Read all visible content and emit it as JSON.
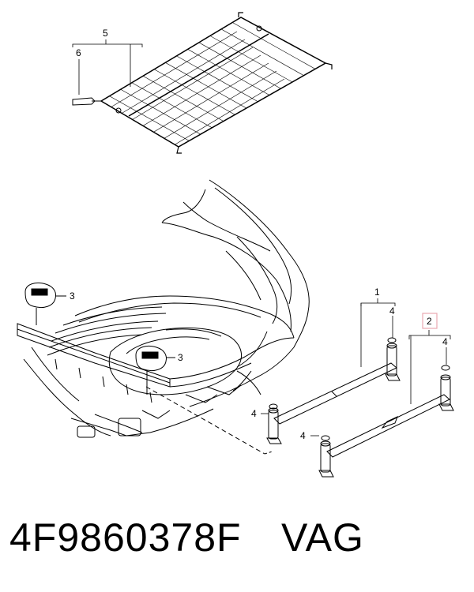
{
  "callouts": {
    "c1": "1",
    "c2": "2",
    "c3a": "3",
    "c3b": "3",
    "c4a": "4",
    "c4b": "4",
    "c4c": "4",
    "c4d": "4",
    "c5": "5",
    "c6": "6"
  },
  "footer": {
    "part_number": "4F9860378F",
    "brand": "VAG"
  },
  "colors": {
    "line": "#000000",
    "highlight_box": "#e8a8b0"
  }
}
